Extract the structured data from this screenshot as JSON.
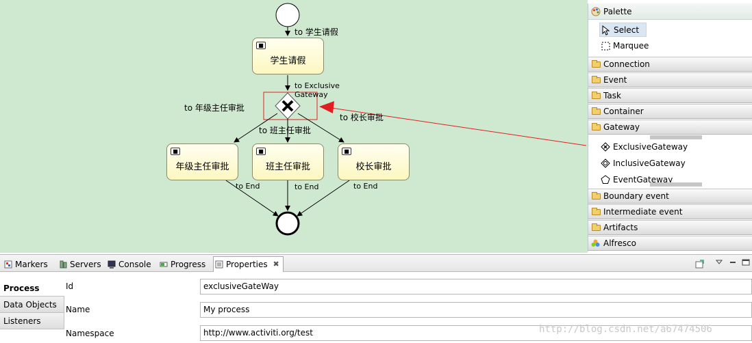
{
  "canvas": {
    "background": "#cfe8d0",
    "tasks": [
      "学生请假",
      "年级主任审批",
      "班主任审批",
      "校长审批"
    ],
    "flows": {
      "to_leave": "to 学生请假",
      "to_gateway_line1": "to Exclusive",
      "to_gateway_line2": "Gateway",
      "to_grade": "to 年级主任审批",
      "to_class": "to 班主任审批",
      "to_principal": "to 校长审批",
      "to_end": "to End"
    },
    "highlight_color": "#e02020"
  },
  "palette": {
    "title": "Palette",
    "tools": [
      "Select",
      "Marquee"
    ],
    "drawers_top": [
      "Connection",
      "Event",
      "Task",
      "Container",
      "Gateway"
    ],
    "gateway_items": [
      "ExclusiveGateway",
      "InclusiveGateway",
      "EventGateway"
    ],
    "drawers_bottom": [
      "Boundary event",
      "Intermediate event",
      "Artifacts",
      "Alfresco"
    ]
  },
  "tabs": [
    "Markers",
    "Servers",
    "Console",
    "Progress",
    "Properties"
  ],
  "properties": {
    "side_tabs": [
      "Process",
      "Data Objects",
      "Listeners"
    ],
    "fields": [
      {
        "label": "Id",
        "value": "exclusiveGateWay"
      },
      {
        "label": "Name",
        "value": "My process"
      },
      {
        "label": "Namespace",
        "value": "http://www.activiti.org/test"
      }
    ]
  },
  "watermark": "http://blog.csdn.net/a67474506"
}
